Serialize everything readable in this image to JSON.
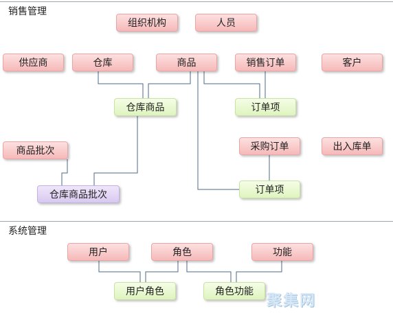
{
  "sections": {
    "sales": "销售管理",
    "system": "系统管理"
  },
  "nodes": {
    "org": "组织机构",
    "person": "人员",
    "supplier": "供应商",
    "warehouse": "仓库",
    "product": "商品",
    "sales_order": "销售订单",
    "customer": "客户",
    "warehouse_product": "仓库商品",
    "order_item_1": "订单项",
    "product_batch": "商品批次",
    "purchase_order": "采购订单",
    "in_out_stock": "出入库单",
    "warehouse_product_batch": "仓库商品批次",
    "order_item_2": "订单项",
    "user": "用户",
    "role": "角色",
    "function": "功能",
    "user_role": "用户角色",
    "role_function": "角色功能"
  },
  "watermark": "聚集网",
  "colors": {
    "red_node": "#f6b9b9",
    "green_node": "#def4bf",
    "purple_node": "#d8c9ef",
    "connector": "#4a6a8a"
  }
}
